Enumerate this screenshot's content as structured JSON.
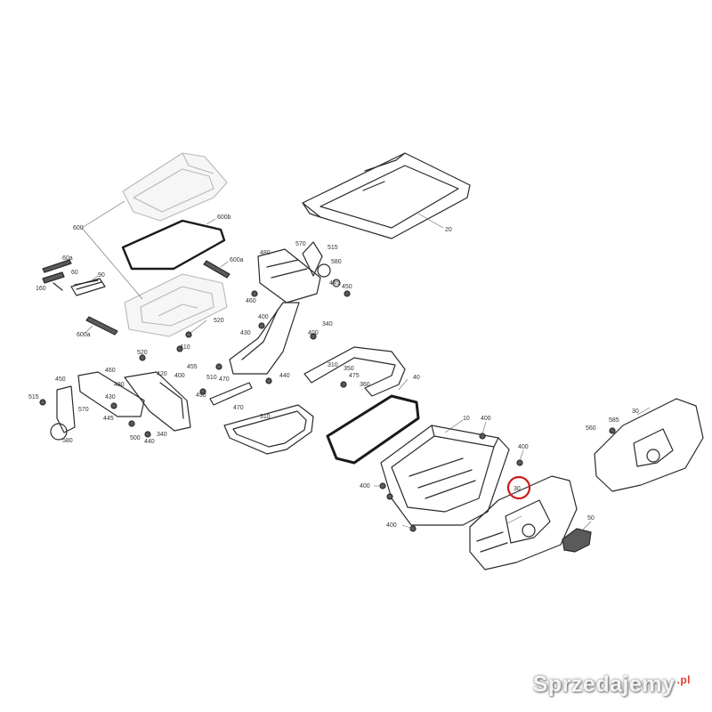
{
  "diagram": {
    "callouts": [
      {
        "id": "c600",
        "label": "600"
      },
      {
        "id": "c600b",
        "label": "600b"
      },
      {
        "id": "c600a1",
        "label": "600a"
      },
      {
        "id": "c600a2",
        "label": "600a"
      },
      {
        "id": "c60a",
        "label": "60a"
      },
      {
        "id": "c60",
        "label": "60"
      },
      {
        "id": "c90",
        "label": "90"
      },
      {
        "id": "c160",
        "label": "160"
      },
      {
        "id": "c520a",
        "label": "520"
      },
      {
        "id": "c520b",
        "label": "520"
      },
      {
        "id": "c480a",
        "label": "480"
      },
      {
        "id": "c570a",
        "label": "570"
      },
      {
        "id": "c515a",
        "label": "515"
      },
      {
        "id": "c580a",
        "label": "580"
      },
      {
        "id": "c450a",
        "label": "450"
      },
      {
        "id": "c445a",
        "label": "445"
      },
      {
        "id": "c460a",
        "label": "460"
      },
      {
        "id": "c400a",
        "label": "400"
      },
      {
        "id": "c340a",
        "label": "340"
      },
      {
        "id": "c400b",
        "label": "400"
      },
      {
        "id": "c430",
        "label": "430"
      },
      {
        "id": "c410",
        "label": "410"
      },
      {
        "id": "c455",
        "label": "455"
      },
      {
        "id": "c400c",
        "label": "400"
      },
      {
        "id": "c510",
        "label": "510"
      },
      {
        "id": "c470a",
        "label": "470"
      },
      {
        "id": "c470b",
        "label": "470"
      },
      {
        "id": "c490",
        "label": "490"
      },
      {
        "id": "c440a",
        "label": "440"
      },
      {
        "id": "c310a",
        "label": "310"
      },
      {
        "id": "c310b",
        "label": "310"
      },
      {
        "id": "c350",
        "label": "350"
      },
      {
        "id": "c475",
        "label": "475"
      },
      {
        "id": "c360",
        "label": "360"
      },
      {
        "id": "c40",
        "label": "40"
      },
      {
        "id": "c20",
        "label": "20"
      },
      {
        "id": "c460b",
        "label": "460"
      },
      {
        "id": "c420",
        "label": "420"
      },
      {
        "id": "c480b",
        "label": "480"
      },
      {
        "id": "c430b",
        "label": "430"
      },
      {
        "id": "c450b",
        "label": "450"
      },
      {
        "id": "c515b",
        "label": "515"
      },
      {
        "id": "c570b",
        "label": "570"
      },
      {
        "id": "c445b",
        "label": "445"
      },
      {
        "id": "c580b",
        "label": "580"
      },
      {
        "id": "c500",
        "label": "500"
      },
      {
        "id": "c440b",
        "label": "440"
      },
      {
        "id": "c340b",
        "label": "340"
      },
      {
        "id": "c10",
        "label": "10"
      },
      {
        "id": "c400d",
        "label": "400"
      },
      {
        "id": "c400e",
        "label": "400"
      },
      {
        "id": "c400f",
        "label": "400"
      },
      {
        "id": "c400g",
        "label": "400"
      },
      {
        "id": "c30a",
        "label": "30"
      },
      {
        "id": "c30b",
        "label": "30"
      },
      {
        "id": "c585",
        "label": "585"
      },
      {
        "id": "c560",
        "label": "560"
      },
      {
        "id": "c50",
        "label": "50"
      }
    ]
  },
  "watermark": {
    "text": "Sprzedajemy",
    "suffix": ".pl"
  }
}
